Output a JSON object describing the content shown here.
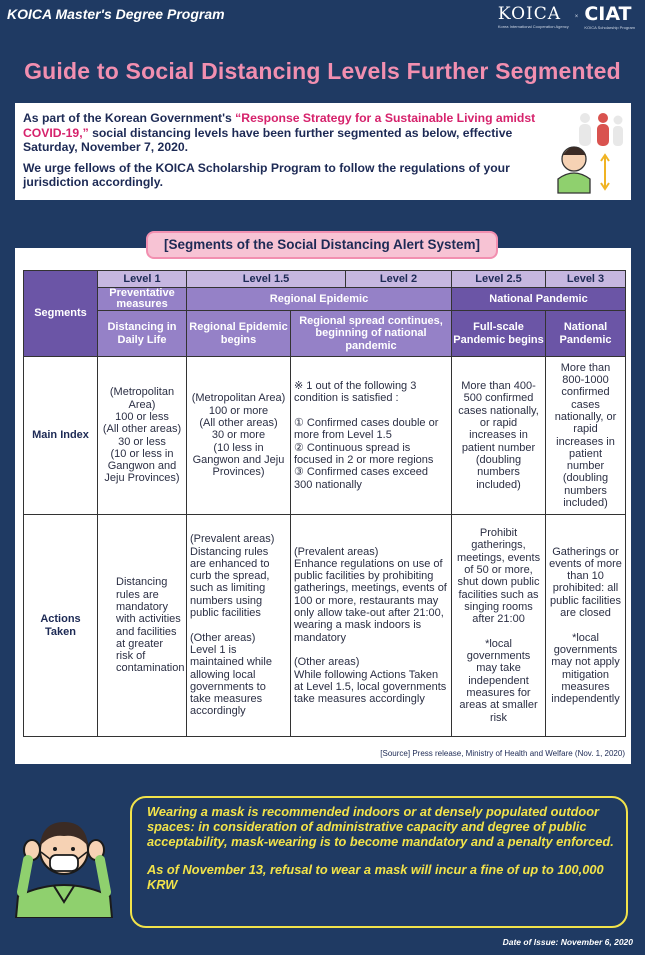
{
  "header": {
    "program": "KOICA Master's Degree Program",
    "logo_koica": "KOICA",
    "logo_koica_sub": "Korea International Cooperation Agency",
    "logo_separator": "×",
    "logo_ciat": "CIAT",
    "logo_ciat_sub": "KOICA Scholarship Program"
  },
  "title": "Guide to Social Distancing Levels Further Segmented",
  "intro": {
    "p1_prefix": "As part of the Korean Government's ",
    "p1_highlight": "“Response Strategy for a Sustainable Living amidst COVID-19,”",
    "p1_suffix": " social distancing levels have been further segmented as below, effective Saturday, November 7, 2020.",
    "p2": "We urge fellows of the KOICA Scholarship Program to follow the regulations of your jurisdiction accordingly."
  },
  "segments_title": "[Segments of the Social Distancing Alert System]",
  "table": {
    "segments_label": "Segments",
    "levels": [
      "Level 1",
      "Level 1.5",
      "Level 2",
      "Level 2.5",
      "Level 3"
    ],
    "stages": {
      "preventative": "Preventative measures",
      "regional": "Regional Epidemic",
      "national": "National Pandemic"
    },
    "subs": [
      "Distancing in Daily Life",
      "Regional Epidemic begins",
      "Regional spread continues, beginning of national pandemic",
      "Full-scale Pandemic begins",
      "National Pandemic"
    ],
    "main_index_label": "Main Index",
    "main_index": [
      "(Metropolitan Area)\n100 or less\n(All other areas)\n30 or less\n(10 or less in Gangwon and Jeju Provinces)",
      "(Metropolitan Area) 100 or more\n(All other areas)\n30 or more\n(10 less in Gangwon and Jeju Provinces)",
      "※ 1 out of the following 3 condition is satisfied :\n\n① Confirmed cases double or more from Level 1.5\n② Continuous spread is focused in 2 or more regions\n③ Confirmed cases exceed 300 nationally",
      "More than 400-500 confirmed cases nationally, or rapid increases in patient number (doubling numbers included)",
      "More than 800-1000 confirmed cases nationally, or rapid increases in patient number (doubling numbers included)"
    ],
    "actions_label": "Actions Taken",
    "actions": [
      "Distancing rules are mandatory with activities and facilities at greater risk of contamination",
      "(Prevalent areas)\nDistancing rules are enhanced to curb the spread, such as limiting numbers using public facilities\n\n(Other areas)\nLevel 1 is maintained while allowing local governments to take measures accordingly",
      "(Prevalent areas)\nEnhance regulations on use of public facilities by prohibiting gatherings, meetings, events of 100 or more, restaurants may only allow take-out after 21:00, wearing a mask indoors is mandatory\n\n(Other areas)\nWhile following Actions Taken at Level 1.5, local governments take measures accordingly",
      "Prohibit gatherings, meetings, events of 50 or more, shut down public facilities such as singing rooms after 21:00\n\n*local governments may take independent measures for areas at smaller risk",
      "Gatherings or events of more than 10 prohibited: all public facilities are closed\n\n*local governments may not apply mitigation measures independently"
    ],
    "source": "[Source] Press release, Ministry of Health and Welfare (Nov. 1, 2020)"
  },
  "mask_notice": {
    "p1": "Wearing a mask is recommended indoors or at densely populated outdoor spaces: in consideration of administrative capacity and degree of public acceptability, mask-wearing is to become mandatory and a penalty enforced.",
    "p2": "As of November 13, refusal to wear a mask will incur a fine of up to 100,000 KRW"
  },
  "date_of_issue": "Date of Issue: November 6, 2020",
  "colors": {
    "background": "#1f3a63",
    "title_pink": "#f28fb0",
    "highlight": "#d6226c",
    "header_purple": "#6b55a6",
    "level_lavender": "#c6b7e0",
    "notice_yellow": "#f2e34a"
  },
  "icons": [
    "people-distancing-icon",
    "mask-wearing-person-icon"
  ]
}
